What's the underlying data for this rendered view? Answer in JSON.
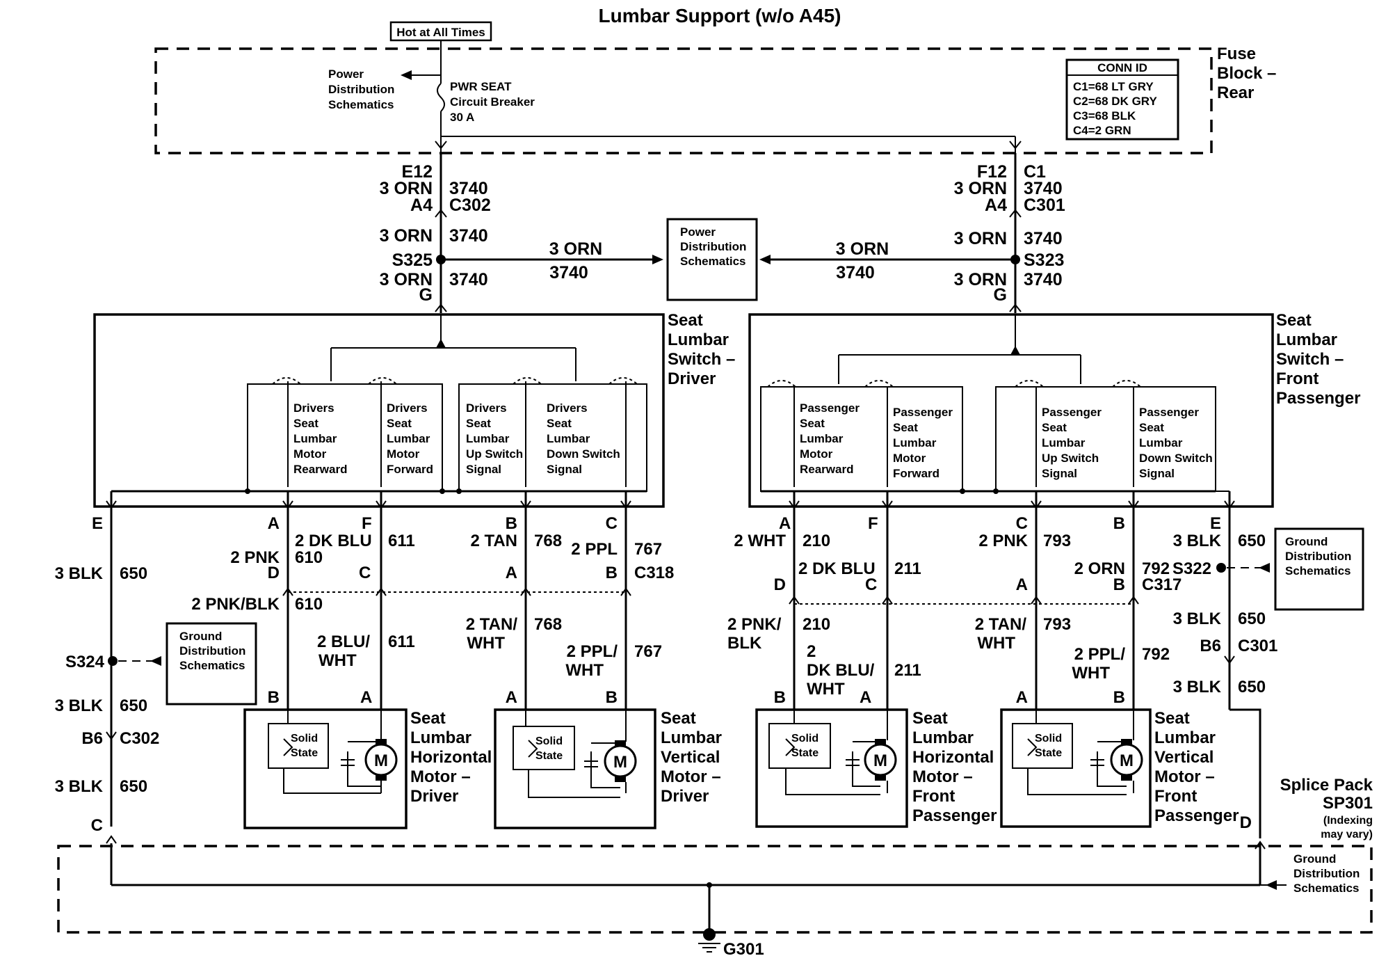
{
  "title": "Lumbar Support (w/o A45)",
  "hot_label": "Hot at All Times",
  "fuse_block": [
    "Fuse",
    "Block –",
    "Rear"
  ],
  "power_dist_left": [
    "Power",
    "Distribution",
    "Schematics"
  ],
  "breaker": [
    "PWR SEAT",
    "Circuit Breaker",
    "30 A"
  ],
  "conn_id": {
    "header": "CONN ID",
    "rows": [
      "C1=68 LT GRY",
      "C2=68 DK GRY",
      "C3=68 BLK",
      "C4=2 GRN"
    ]
  },
  "power_dist_center": [
    "Power",
    "Distribution",
    "Schematics"
  ],
  "left_upper": {
    "pin_top": "E12",
    "wire": "3 ORN",
    "circuit": "3740",
    "pin_bottom": "A4",
    "conn": "C302",
    "splice": "S325",
    "pin_g": "G"
  },
  "right_upper": {
    "pin_top": "F12",
    "conn_top": "C1",
    "wire": "3 ORN",
    "circuit": "3740",
    "pin_bottom": "A4",
    "conn": "C301",
    "splice": "S323",
    "pin_g": "G"
  },
  "driver_switch": {
    "name": [
      "Seat",
      "Lumbar",
      "Switch –",
      "Driver"
    ],
    "sw1": [
      "Drivers",
      "Seat",
      "Lumbar",
      "Motor",
      "Rearward"
    ],
    "sw2": [
      "Drivers",
      "Seat",
      "Lumbar",
      "Motor",
      "Forward"
    ],
    "sw3": [
      "Drivers",
      "Seat",
      "Lumbar",
      "Up Switch",
      "Signal"
    ],
    "sw4": [
      "Drivers",
      "Seat",
      "Lumbar",
      "Down Switch",
      "Signal"
    ]
  },
  "pass_switch": {
    "name": [
      "Seat",
      "Lumbar",
      "Switch –",
      "Front",
      "Passenger"
    ],
    "sw1": [
      "Passenger",
      "Seat",
      "Lumbar",
      "Motor",
      "Rearward"
    ],
    "sw2": [
      "Passenger",
      "Seat",
      "Lumbar",
      "Motor",
      "Forward"
    ],
    "sw3": [
      "Passenger",
      "Seat",
      "Lumbar",
      "Up Switch",
      "Signal"
    ],
    "sw4": [
      "Passenger",
      "Seat",
      "Lumbar",
      "Down Switch",
      "Signal"
    ]
  },
  "left_wiring": {
    "pin_e": "E",
    "blk3": "3 BLK",
    "c650": "650",
    "splice": "S324",
    "pin_b6": "B6",
    "conn_c302": "C302",
    "pin_c": "C",
    "ground_box": [
      "Ground",
      "Distribution",
      "Schematics"
    ],
    "pin_a": "A",
    "pnk2": "2 PNK",
    "c610": "610",
    "pin_d": "D",
    "pnkblk": "2 PNK/BLK",
    "pin_f": "F",
    "dkblu2": "2 DK BLU",
    "c611": "611",
    "pin_c2": "C",
    "bluwht": [
      "2 BLU/",
      "WHT"
    ],
    "pin_b": "B",
    "tan2": "2 TAN",
    "c768": "768",
    "pin_a2": "A",
    "tanwht": [
      "2 TAN/",
      "WHT"
    ],
    "pin_c3": "C",
    "ppl2": "2 PPL",
    "c767": "767",
    "pin_b2": "B",
    "conn_c318": "C318",
    "pplwht": [
      "2 PPL/",
      "WHT"
    ],
    "motor_b": "B",
    "motor_a": "A",
    "motor2_a": "A",
    "motor2_b": "B"
  },
  "right_wiring": {
    "pin_a": "A",
    "wht2": "2 WHT",
    "c210": "210",
    "pin_d": "D",
    "pnkblk": [
      "2 PNK/",
      "BLK"
    ],
    "pin_f": "F",
    "dkblu2": "2 DK BLU",
    "c211": "211",
    "pin_c": "C",
    "dkbluwht": [
      "2",
      "DK BLU/",
      "WHT"
    ],
    "pin_c2": "C",
    "pnk2": "2 PNK",
    "c793": "793",
    "pin_a2": "A",
    "tanwht": [
      "2 TAN/",
      "WHT"
    ],
    "pin_b": "B",
    "orn2": "2 ORN",
    "c792": "792",
    "pin_b2": "B",
    "conn_c317": "C317",
    "pplwht": [
      "2 PPL/",
      "WHT"
    ],
    "pin_e": "E",
    "blk3": "3 BLK",
    "c650": "650",
    "splice": "S322",
    "pin_b6": "B6",
    "conn_c301": "C301",
    "ground_box": [
      "Ground",
      "Distribution",
      "Schematics"
    ],
    "pin_d2": "D",
    "motor_b": "B",
    "motor_a": "A",
    "motor2_a": "A",
    "motor2_b": "B"
  },
  "motors": {
    "m1": [
      "Seat",
      "Lumbar",
      "Horizontal",
      "Motor –",
      "Driver"
    ],
    "m2": [
      "Seat",
      "Lumbar",
      "Vertical",
      "Motor –",
      "Driver"
    ],
    "m3": [
      "Seat",
      "Lumbar",
      "Horizontal",
      "Motor –",
      "Front",
      "Passenger"
    ],
    "m4": [
      "Seat",
      "Lumbar",
      "Vertical",
      "Motor –",
      "Front",
      "Passenger"
    ],
    "solid_state": [
      "Solid",
      "State"
    ],
    "m_letter": "M"
  },
  "splice_pack": [
    "Splice Pack",
    "SP301",
    "(Indexing",
    "may vary)"
  ],
  "ground_bottom": [
    "Ground",
    "Distribution",
    "Schematics"
  ],
  "ground_point": "G301"
}
